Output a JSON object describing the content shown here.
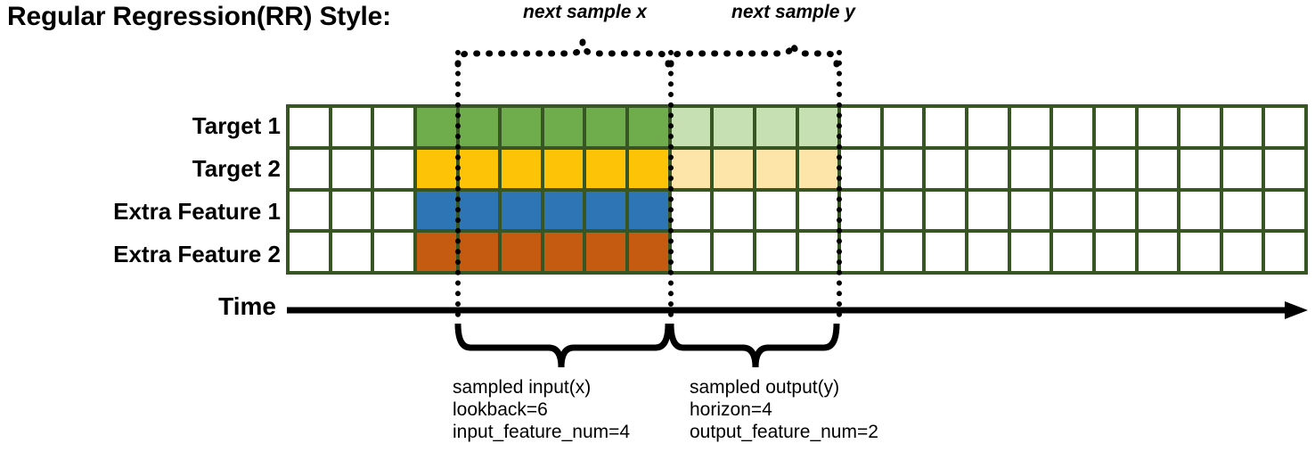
{
  "title": "Regular Regression(RR) Style:",
  "rows": [
    {
      "label": "Target 1"
    },
    {
      "label": "Target 2"
    },
    {
      "label": "Extra Feature 1"
    },
    {
      "label": "Extra Feature 2"
    }
  ],
  "grid": {
    "columns": 24,
    "rows": 4,
    "border_color": "#375623",
    "empty_color": "#ffffff",
    "cell_colors": {
      "green": "#6fad4c",
      "green_light": "#c6e0b4",
      "gold": "#fdc307",
      "gold_light": "#fde5a9",
      "blue": "#2e75b6",
      "orange": "#c55a11"
    },
    "fills": [
      [
        "",
        "",
        "",
        "green",
        "green",
        "green",
        "green",
        "green",
        "green",
        "green_light",
        "green_light",
        "green_light",
        "green_light",
        "",
        "",
        "",
        "",
        "",
        "",
        "",
        "",
        "",
        "",
        ""
      ],
      [
        "",
        "",
        "",
        "gold",
        "gold",
        "gold",
        "gold",
        "gold",
        "gold",
        "gold_light",
        "gold_light",
        "gold_light",
        "gold_light",
        "",
        "",
        "",
        "",
        "",
        "",
        "",
        "",
        "",
        "",
        ""
      ],
      [
        "",
        "",
        "",
        "blue",
        "blue",
        "blue",
        "blue",
        "blue",
        "blue",
        "",
        "",
        "",
        "",
        "",
        "",
        "",
        "",
        "",
        "",
        "",
        "",
        "",
        "",
        ""
      ],
      [
        "",
        "",
        "",
        "orange",
        "orange",
        "orange",
        "orange",
        "orange",
        "orange",
        "",
        "",
        "",
        "",
        "",
        "",
        "",
        "",
        "",
        "",
        "",
        "",
        "",
        "",
        ""
      ]
    ]
  },
  "time_axis": {
    "label": "Time"
  },
  "top_annotations": [
    {
      "label": "next sample x"
    },
    {
      "label": "next sample y"
    }
  ],
  "bottom_annotations": [
    {
      "name": "sampled input(x)",
      "lookback": "lookback=6",
      "feature_num": "input_feature_num=4"
    },
    {
      "name": "sampled output(y)",
      "horizon": "horizon=4",
      "feature_num": "output_feature_num=2"
    }
  ]
}
